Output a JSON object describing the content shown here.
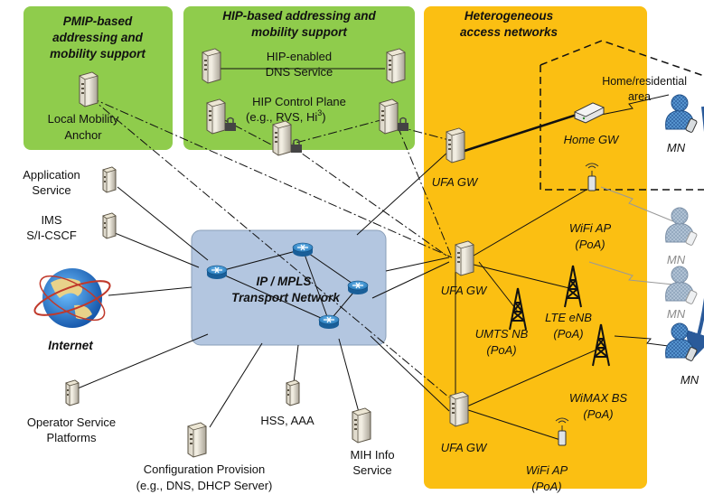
{
  "boxes": {
    "pmip_title": [
      "PMIP-based",
      "addressing and",
      "mobility support"
    ],
    "hip_title": [
      "HIP-based addressing and",
      "mobility support"
    ],
    "access_title": [
      "Heterogeneous",
      "access networks"
    ],
    "home_area": [
      "Home/residential",
      "area"
    ],
    "transport": [
      "IP / MPLS",
      "Transport Network"
    ]
  },
  "labels": {
    "lma": [
      "Local Mobility",
      "Anchor"
    ],
    "hip_dns": [
      "HIP-enabled",
      "DNS Service"
    ],
    "hip_cp_1": "HIP Control Plane",
    "hip_cp_2a": "(e.g., RVS, Hi",
    "hip_cp_sup": "3",
    "hip_cp_2b": ")",
    "app_service": [
      "Application",
      "Service"
    ],
    "ims": [
      "IMS",
      "S/I-CSCF"
    ],
    "internet": "Internet",
    "ops": [
      "Operator Service",
      "Platforms"
    ],
    "config": [
      "Configuration Provision",
      "(e.g., DNS, DHCP Server)"
    ],
    "hss": "HSS, AAA",
    "mih": [
      "MIH Info",
      "Service"
    ],
    "ufa1": "UFA GW",
    "ufa2": "UFA GW",
    "ufa3": "UFA GW",
    "home_gw": "Home GW",
    "wifi1": [
      "WiFi AP",
      "(PoA)"
    ],
    "lte": [
      "LTE eNB",
      "(PoA)"
    ],
    "umts": [
      "UMTS NB",
      "(PoA)"
    ],
    "wimax": [
      "WiMAX BS",
      "(PoA)"
    ],
    "wifi2": [
      "WiFi AP",
      "(PoA)"
    ],
    "mn1": "MN",
    "mn2": "MN",
    "mn3": "MN",
    "mn4": "MN"
  },
  "colors": {
    "green_box": "#8fcc4c",
    "orange_box": "#fbbf12",
    "transport_box": "#b3c6e0",
    "router": "#2f86c6",
    "arrow": "#2a5a9a",
    "mn_body": "#5b9bd5"
  }
}
